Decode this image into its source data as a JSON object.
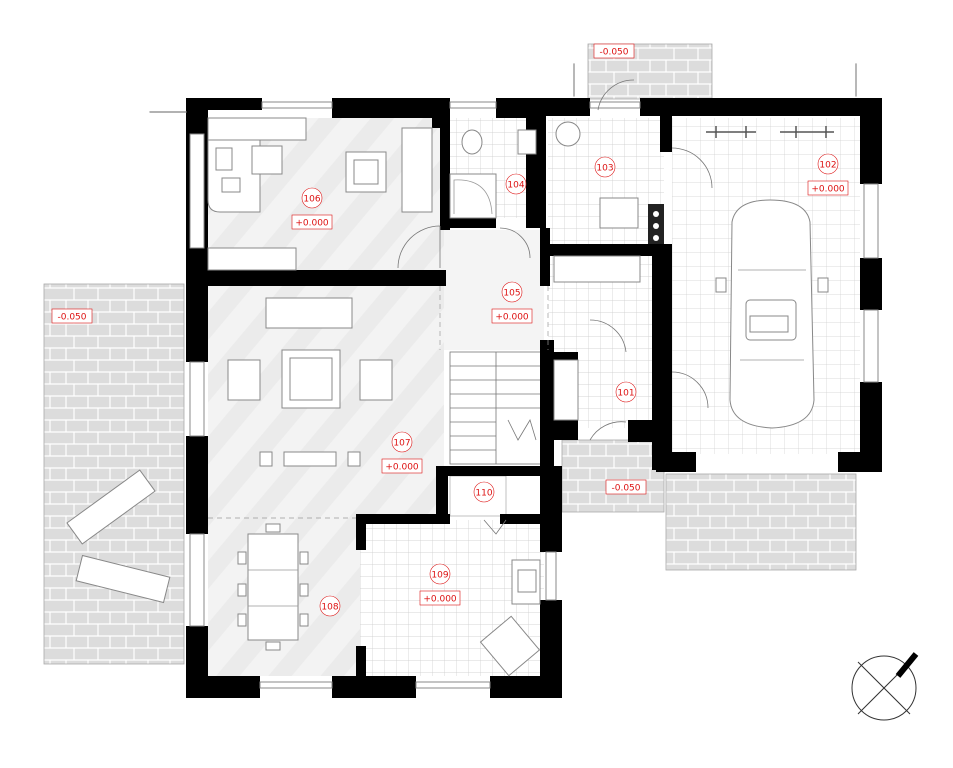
{
  "rooms": [
    {
      "id": "101",
      "level": ""
    },
    {
      "id": "102",
      "level": "+0.000"
    },
    {
      "id": "103",
      "level": ""
    },
    {
      "id": "104",
      "level": ""
    },
    {
      "id": "105",
      "level": "+0.000"
    },
    {
      "id": "106",
      "level": "+0.000"
    },
    {
      "id": "107",
      "level": "+0.000"
    },
    {
      "id": "108",
      "level": ""
    },
    {
      "id": "109",
      "level": "+0.000"
    },
    {
      "id": "110",
      "level": ""
    }
  ],
  "terrace_levels": {
    "west": "-0.050",
    "north_entry": "-0.050",
    "south_entry": "-0.050"
  },
  "colors": {
    "walls": "#000000",
    "level_marks": "#dd1111",
    "paving": "#d9d9d9",
    "tile_grid": "#cccccc"
  }
}
